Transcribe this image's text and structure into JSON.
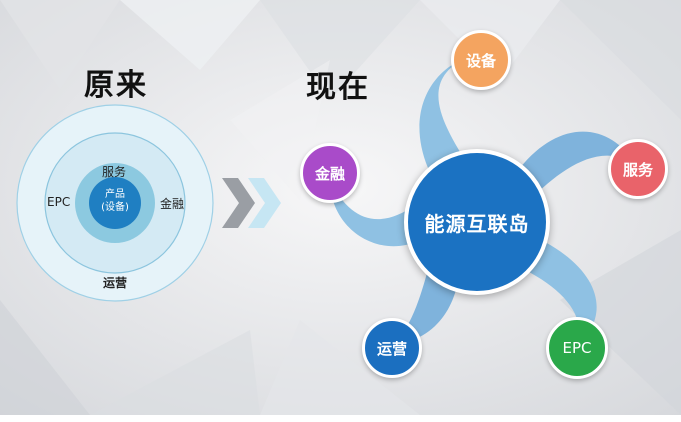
{
  "titles": {
    "before": "原来",
    "now": "现在"
  },
  "before": {
    "inner": {
      "line1": "产品",
      "line2": "(设备)"
    },
    "middle": {
      "top": "服务",
      "left": "EPC",
      "right": "金融"
    },
    "outer": {
      "bottom": "运营"
    }
  },
  "now": {
    "hub": "能源互联岛",
    "nodes": {
      "shebei": {
        "label": "设备",
        "color": "#f4a460"
      },
      "fuwu": {
        "label": "服务",
        "color": "#e9636a"
      },
      "jinrong": {
        "label": "金融",
        "color": "#a94bc9"
      },
      "yunying": {
        "label": "运营",
        "color": "#1b6fc0"
      },
      "epc": {
        "label": "EPC",
        "color": "#2aa84a"
      }
    }
  }
}
